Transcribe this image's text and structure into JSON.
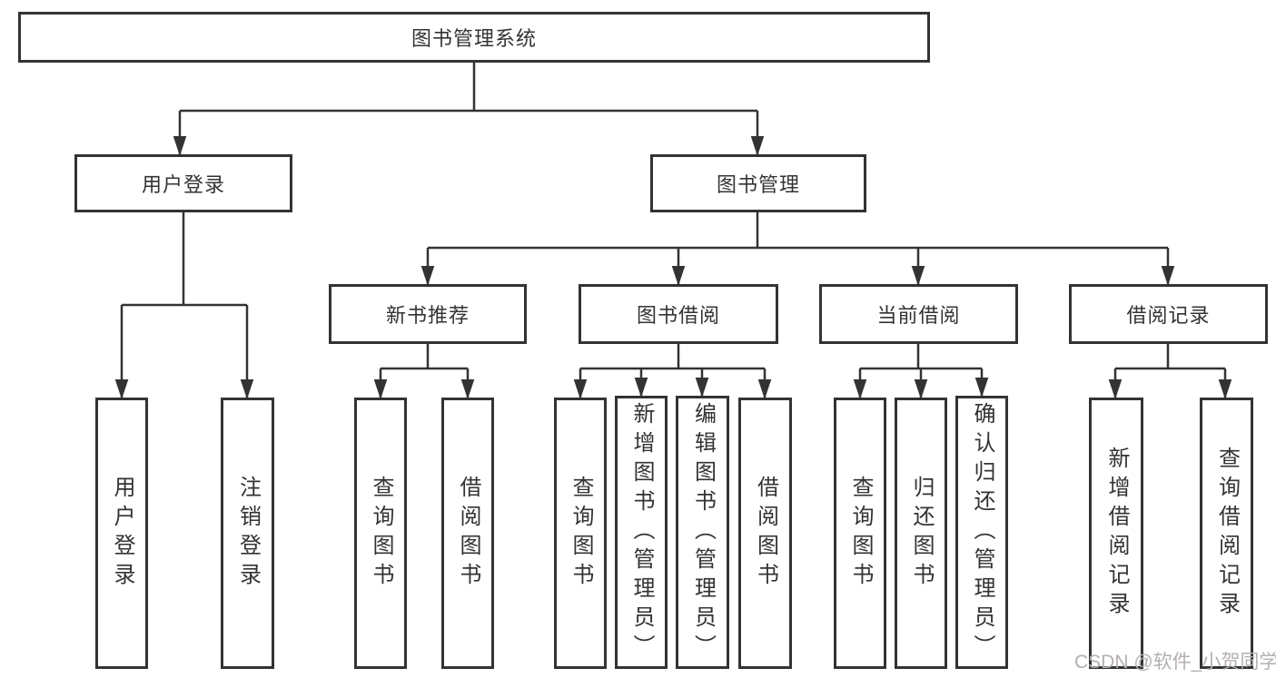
{
  "diagram": {
    "title": "图书管理系统",
    "nodes": {
      "root": {
        "label": "图书管理系统"
      },
      "user_login": {
        "label": "用户登录"
      },
      "book_mgmt": {
        "label": "图书管理"
      },
      "new_book_rec": {
        "label": "新书推荐"
      },
      "book_borrow": {
        "label": "图书借阅"
      },
      "current_borrow": {
        "label": "当前借阅"
      },
      "borrow_records": {
        "label": "借阅记录"
      },
      "leaf_user_login": {
        "label": "用户登录"
      },
      "leaf_logout": {
        "label": "注销登录"
      },
      "leaf_query_book_1": {
        "label": "查询图书"
      },
      "leaf_borrow_book_1": {
        "label": "借阅图书"
      },
      "leaf_query_book_2": {
        "label": "查询图书"
      },
      "leaf_add_book": {
        "label": "新增图书（管理员）"
      },
      "leaf_edit_book": {
        "label": "编辑图书（管理员）"
      },
      "leaf_borrow_book_2": {
        "label": "借阅图书"
      },
      "leaf_query_book_3": {
        "label": "查询图书"
      },
      "leaf_return_book": {
        "label": "归还图书"
      },
      "leaf_confirm_return": {
        "label": "确认归还（管理员）"
      },
      "leaf_add_borrow_record": {
        "label": "新增借阅记录"
      },
      "leaf_query_borrow_record": {
        "label": "查询借阅记录"
      }
    }
  },
  "watermark": {
    "text": "CSDN @软件_小贺同学"
  },
  "colors": {
    "line": "#333333",
    "text": "#333333",
    "watermark": "#b5afaf",
    "background": "#ffffff"
  }
}
